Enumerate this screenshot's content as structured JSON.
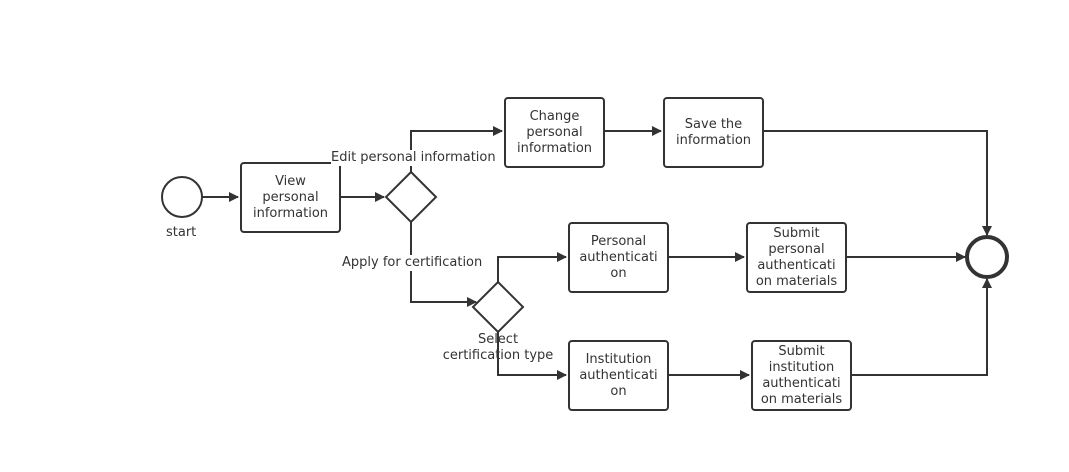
{
  "colors": {
    "stroke": "#333333",
    "background": "#ffffff"
  },
  "events": {
    "start_label": "start"
  },
  "tasks": {
    "view": [
      "View",
      "personal",
      "information"
    ],
    "change": [
      "Change",
      "personal",
      "information"
    ],
    "save": [
      "Save the",
      "information"
    ],
    "personal_auth": [
      "Personal",
      "authenticati",
      "on"
    ],
    "submit_personal": [
      "Submit",
      "personal",
      "authenticati",
      "on materials"
    ],
    "institution_auth": [
      "Institution",
      "authenticati",
      "on"
    ],
    "submit_institution": [
      "Submit",
      "institution",
      "authenticati",
      "on materials"
    ]
  },
  "flow_labels": {
    "edit": "Edit personal information",
    "apply": "Apply for certification",
    "select_line1": "Select",
    "select_line2": "certification type"
  }
}
